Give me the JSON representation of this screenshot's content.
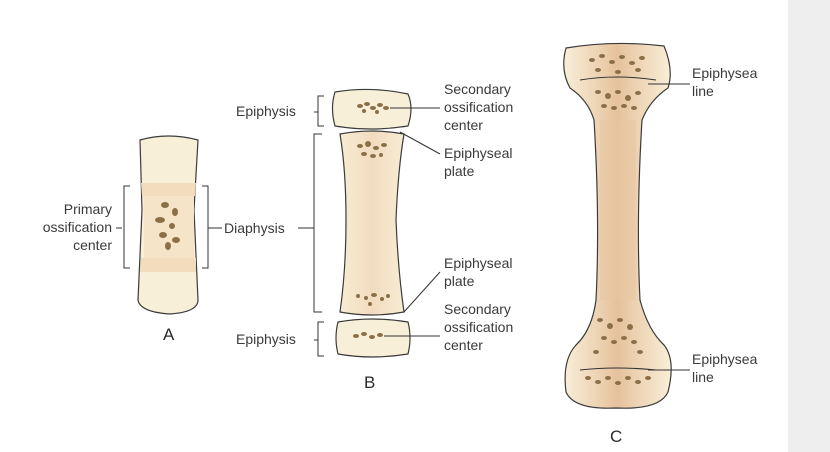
{
  "diagram": {
    "panels": [
      {
        "letter": "A",
        "labels": {
          "primary_ossification": [
            "Primary",
            "ossification",
            "center"
          ],
          "diaphysis": "Diaphysis"
        }
      },
      {
        "letter": "B",
        "labels": {
          "epiphysis_top": "Epiphysis",
          "secondary_top": [
            "Secondary",
            "ossification",
            "center"
          ],
          "plate_top": [
            "Epiphyseal",
            "plate"
          ],
          "plate_bottom": [
            "Epiphyseal",
            "plate"
          ],
          "secondary_bottom": [
            "Secondary",
            "ossification",
            "center"
          ],
          "epiphysis_bottom": "Epiphysis"
        }
      },
      {
        "letter": "C",
        "labels": {
          "line_top": [
            "Epiphysea",
            "line"
          ],
          "line_bottom": [
            "Epiphysea",
            "line"
          ]
        }
      }
    ],
    "colors": {
      "bone_fill": "#f8efd8",
      "cartilage": "#f1dcbd",
      "marrow": "#e9c9a6",
      "ossification_dots": "#8b6f47",
      "outline": "#3b3b3b"
    }
  }
}
